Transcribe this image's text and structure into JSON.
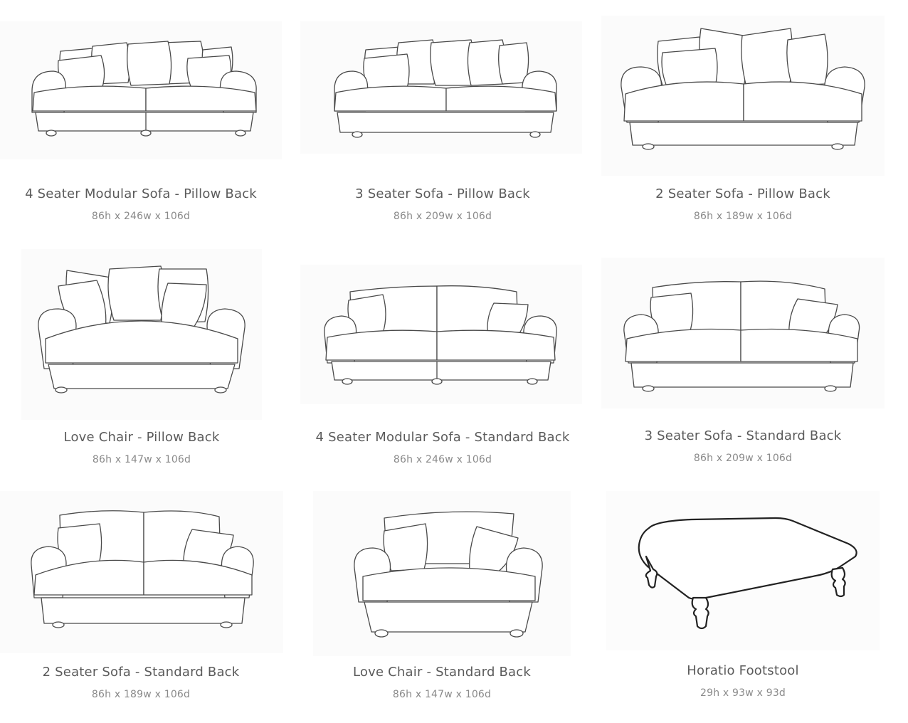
{
  "products": [
    {
      "title": "4 Seater Modular Sofa - Pillow Back",
      "dimensions": "86h x 246w x 106d"
    },
    {
      "title": "3 Seater Sofa - Pillow Back",
      "dimensions": "86h x 209w x 106d"
    },
    {
      "title": "2 Seater Sofa - Pillow Back",
      "dimensions": "86h x 189w x 106d"
    },
    {
      "title": "Love Chair - Pillow Back",
      "dimensions": "86h x 147w x 106d"
    },
    {
      "title": "4 Seater Modular Sofa - Standard Back",
      "dimensions": "86h x 246w x 106d"
    },
    {
      "title": "3 Seater Sofa - Standard Back",
      "dimensions": "86h x 209w x 106d"
    },
    {
      "title": "2 Seater Sofa - Standard Back",
      "dimensions": "86h x 189w x 106d"
    },
    {
      "title": "Love Chair - Standard Back",
      "dimensions": "86h x 147w x 106d"
    },
    {
      "title": "Horatio Footstool",
      "dimensions": "29h x 93w x 93d"
    }
  ]
}
